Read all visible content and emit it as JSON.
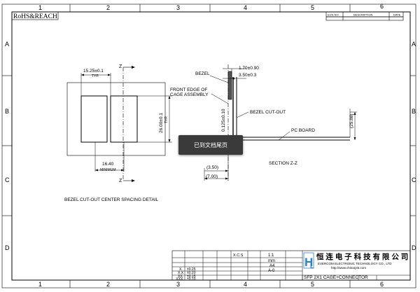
{
  "border": {
    "columns": [
      "1",
      "2",
      "3",
      "4",
      "5",
      "6"
    ],
    "rows": [
      "A",
      "B",
      "C",
      "D"
    ]
  },
  "compliance_label": "RoHS&REACH",
  "revision_table": {
    "headers": [
      "ECN NO",
      "DESCRIPTION",
      "DATE"
    ]
  },
  "left_view": {
    "dim_top": "15.25±0.1",
    "dim_top_note": "TYP.",
    "dim_bottom": "16.40",
    "dim_bottom_note": "MINIMUM",
    "dim_right": "26.00±0.1",
    "dim_right_note": "TYP.",
    "z_top": "Z",
    "z_bottom": "Z",
    "caption": "BEZEL CUT-OUT CENTER SPACING DETAIL"
  },
  "section_view": {
    "bezel": "BEZEL",
    "dim_170": "1.70±0.90",
    "dim_350": "3.50±0.3",
    "front_edge_1": "FRONT EDGE OF",
    "front_edge_2": "CAGE ASSEMBLY",
    "bezel_cutout": "BEZEL CUT-OUT",
    "dim_0125": "0.125±0.10",
    "pc_board": "PC BOARD",
    "dim_2588": "(25.88)",
    "dim_350p": "(3.50)",
    "dim_700": "(7.00)",
    "caption": "SECTION Z-Z"
  },
  "overlay": {
    "text": "已到文档尾页"
  },
  "title_block": {
    "tolerance_rows": [
      {
        "label": "X.",
        "value": "±0.25"
      },
      {
        "label": "X.X",
        "value": "±0.20"
      },
      {
        "label": "XX.",
        "value": "±0.15"
      },
      {
        "label": ".XXX",
        "value": "±0.10"
      }
    ],
    "xcs": "X.C.S",
    "scale": "1:1",
    "unit": "mm",
    "size": "A4",
    "rev": "A-0",
    "company_cn": "恒 连 电 子 科 技 有 限 公 司",
    "company_en": "EVERCOM ELECTRONIC TECHNOLOGY CO., LTD",
    "website": "http://www.chinarj45.com",
    "product_name": "SFP 2X1 CAGE+CONNECTOR"
  }
}
